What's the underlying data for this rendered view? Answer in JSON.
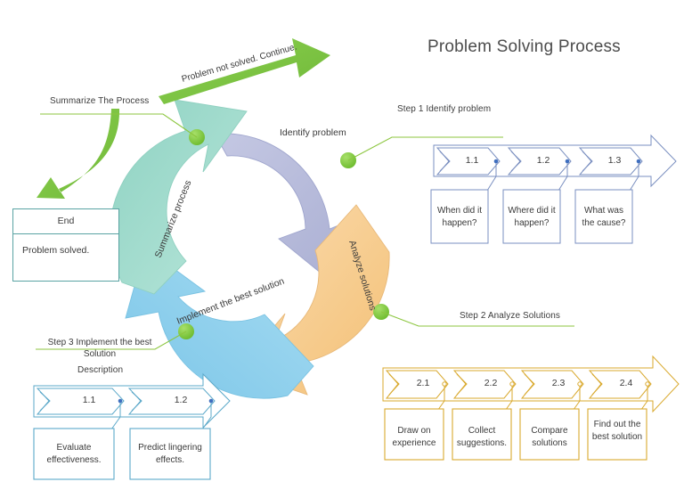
{
  "page": {
    "title": "Problem Solving Process",
    "background": "#ffffff"
  },
  "colors": {
    "identify_problem": "#bcc0de",
    "analyze_solutions": "#f8d09a",
    "implement_solution": "#95d3ee",
    "summarize_process": "#a8ded3",
    "green_arrow": "#7cc142",
    "green_dot": "#7ac943",
    "connector_line": "#8cc63f",
    "step1_stroke": "#7a8fc0",
    "step2_stroke": "#d9a92e",
    "step3_stroke": "#5ba8c9",
    "end_box_stroke": "#5aa3a3"
  },
  "wheel": {
    "segments": [
      {
        "label": "Identify problem",
        "color_key": "identify_problem"
      },
      {
        "label": "Analyze solutions",
        "color_key": "analyze_solutions"
      },
      {
        "label": "Implement the best solution",
        "color_key": "implement_solution"
      },
      {
        "label": "Summarize process",
        "color_key": "summarize_process"
      }
    ]
  },
  "callouts": {
    "summarize_the_process": "Summarize The Process",
    "problem_not_solved": "Problem not solved. Continue.",
    "step1": "Step 1 Identify problem",
    "step2": "Step 2 Analyze Solutions",
    "step3_line1": "Step 3 Implement the best",
    "step3_line2": "Solution",
    "description": "Description"
  },
  "end_box": {
    "header": "End",
    "body": "Problem solved."
  },
  "step1": {
    "heading": "Step 1 Identify problem",
    "items": [
      {
        "number": "1.1",
        "text": "When did it happen?"
      },
      {
        "number": "1.2",
        "text": "Where did it happen?"
      },
      {
        "number": "1.3",
        "text": "What was the cause?"
      }
    ]
  },
  "step2": {
    "heading": "Step 2 Analyze Solutions",
    "items": [
      {
        "number": "2.1",
        "text": "Draw on experience"
      },
      {
        "number": "2.2",
        "text": "Collect suggestions."
      },
      {
        "number": "2.3",
        "text": "Compare solutions"
      },
      {
        "number": "2.4",
        "text": "Find out the best solution"
      }
    ]
  },
  "step3": {
    "heading": "Step 3 Implement the best Solution",
    "subheading": "Description",
    "items": [
      {
        "number": "1.1",
        "text": "Evaluate effectiveness."
      },
      {
        "number": "1.2",
        "text": "Predict lingering effects."
      }
    ]
  }
}
